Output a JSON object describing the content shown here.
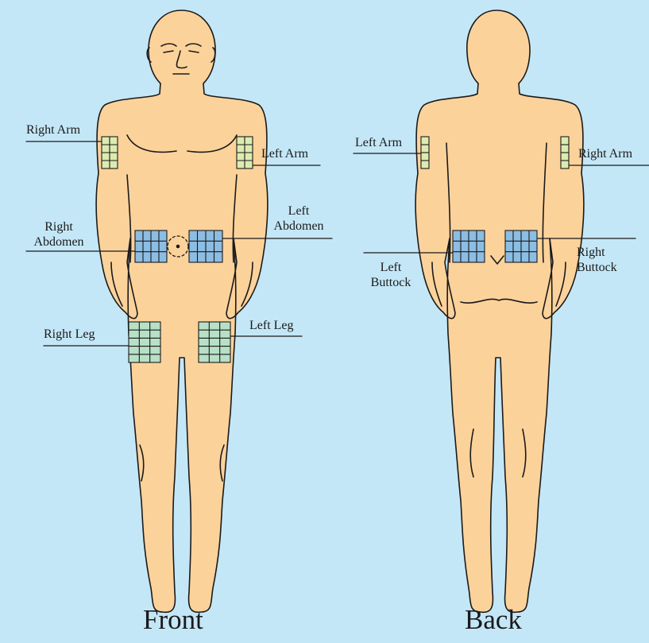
{
  "colors": {
    "background": "#c4e7f7",
    "skin": "#fcd29b",
    "outline": "#1a1a1a",
    "arm_site": "#dcebb0",
    "abdomen_site": "#8cbde3",
    "leg_site": "#b7e0c6"
  },
  "front": {
    "title": "Front",
    "labels": {
      "right_arm": "Right Arm",
      "left_arm": "Left Arm",
      "right_abdomen_1": "Right",
      "right_abdomen_2": "Abdomen",
      "left_abdomen_1": "Left",
      "left_abdomen_2": "Abdomen",
      "right_leg": "Right Leg",
      "left_leg": "Left Leg"
    }
  },
  "back": {
    "title": "Back",
    "labels": {
      "left_arm": "Left Arm",
      "right_arm": "Right Arm",
      "left_buttock_1": "Left",
      "left_buttock_2": "Buttock",
      "right_buttock_1": "Right",
      "right_buttock_2": "Buttock"
    }
  }
}
